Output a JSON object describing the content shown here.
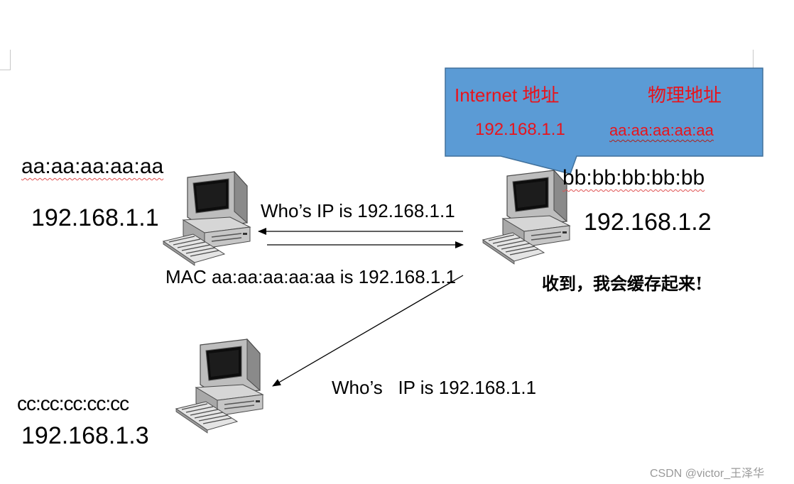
{
  "callout": {
    "internet_label": "Internet 地址",
    "physical_label": "物理地址",
    "ip_value": "192.168.1.1",
    "mac_value": "aa:aa:aa:aa:aa",
    "fill_color": "#5b9bd5",
    "text_color": "#e8141c"
  },
  "hosts": [
    {
      "mac": "aa:aa:aa:aa:aa",
      "ip": "192.168.1.1"
    },
    {
      "mac": "bb:bb:bb:bb:bb",
      "ip": "192.168.1.2"
    },
    {
      "mac": "cc:cc:cc:cc:cc",
      "ip": "192.168.1.3"
    }
  ],
  "messages": {
    "request": "Who’s IP is 192.168.1.1",
    "reply": "MAC aa:aa:aa:aa:aa is 192.168.1.1",
    "request_to_host3": "Who’s   IP is 192.168.1.1",
    "cache_note": "收到，我会缓存起来!"
  },
  "watermark": "CSDN @victor_王泽华"
}
